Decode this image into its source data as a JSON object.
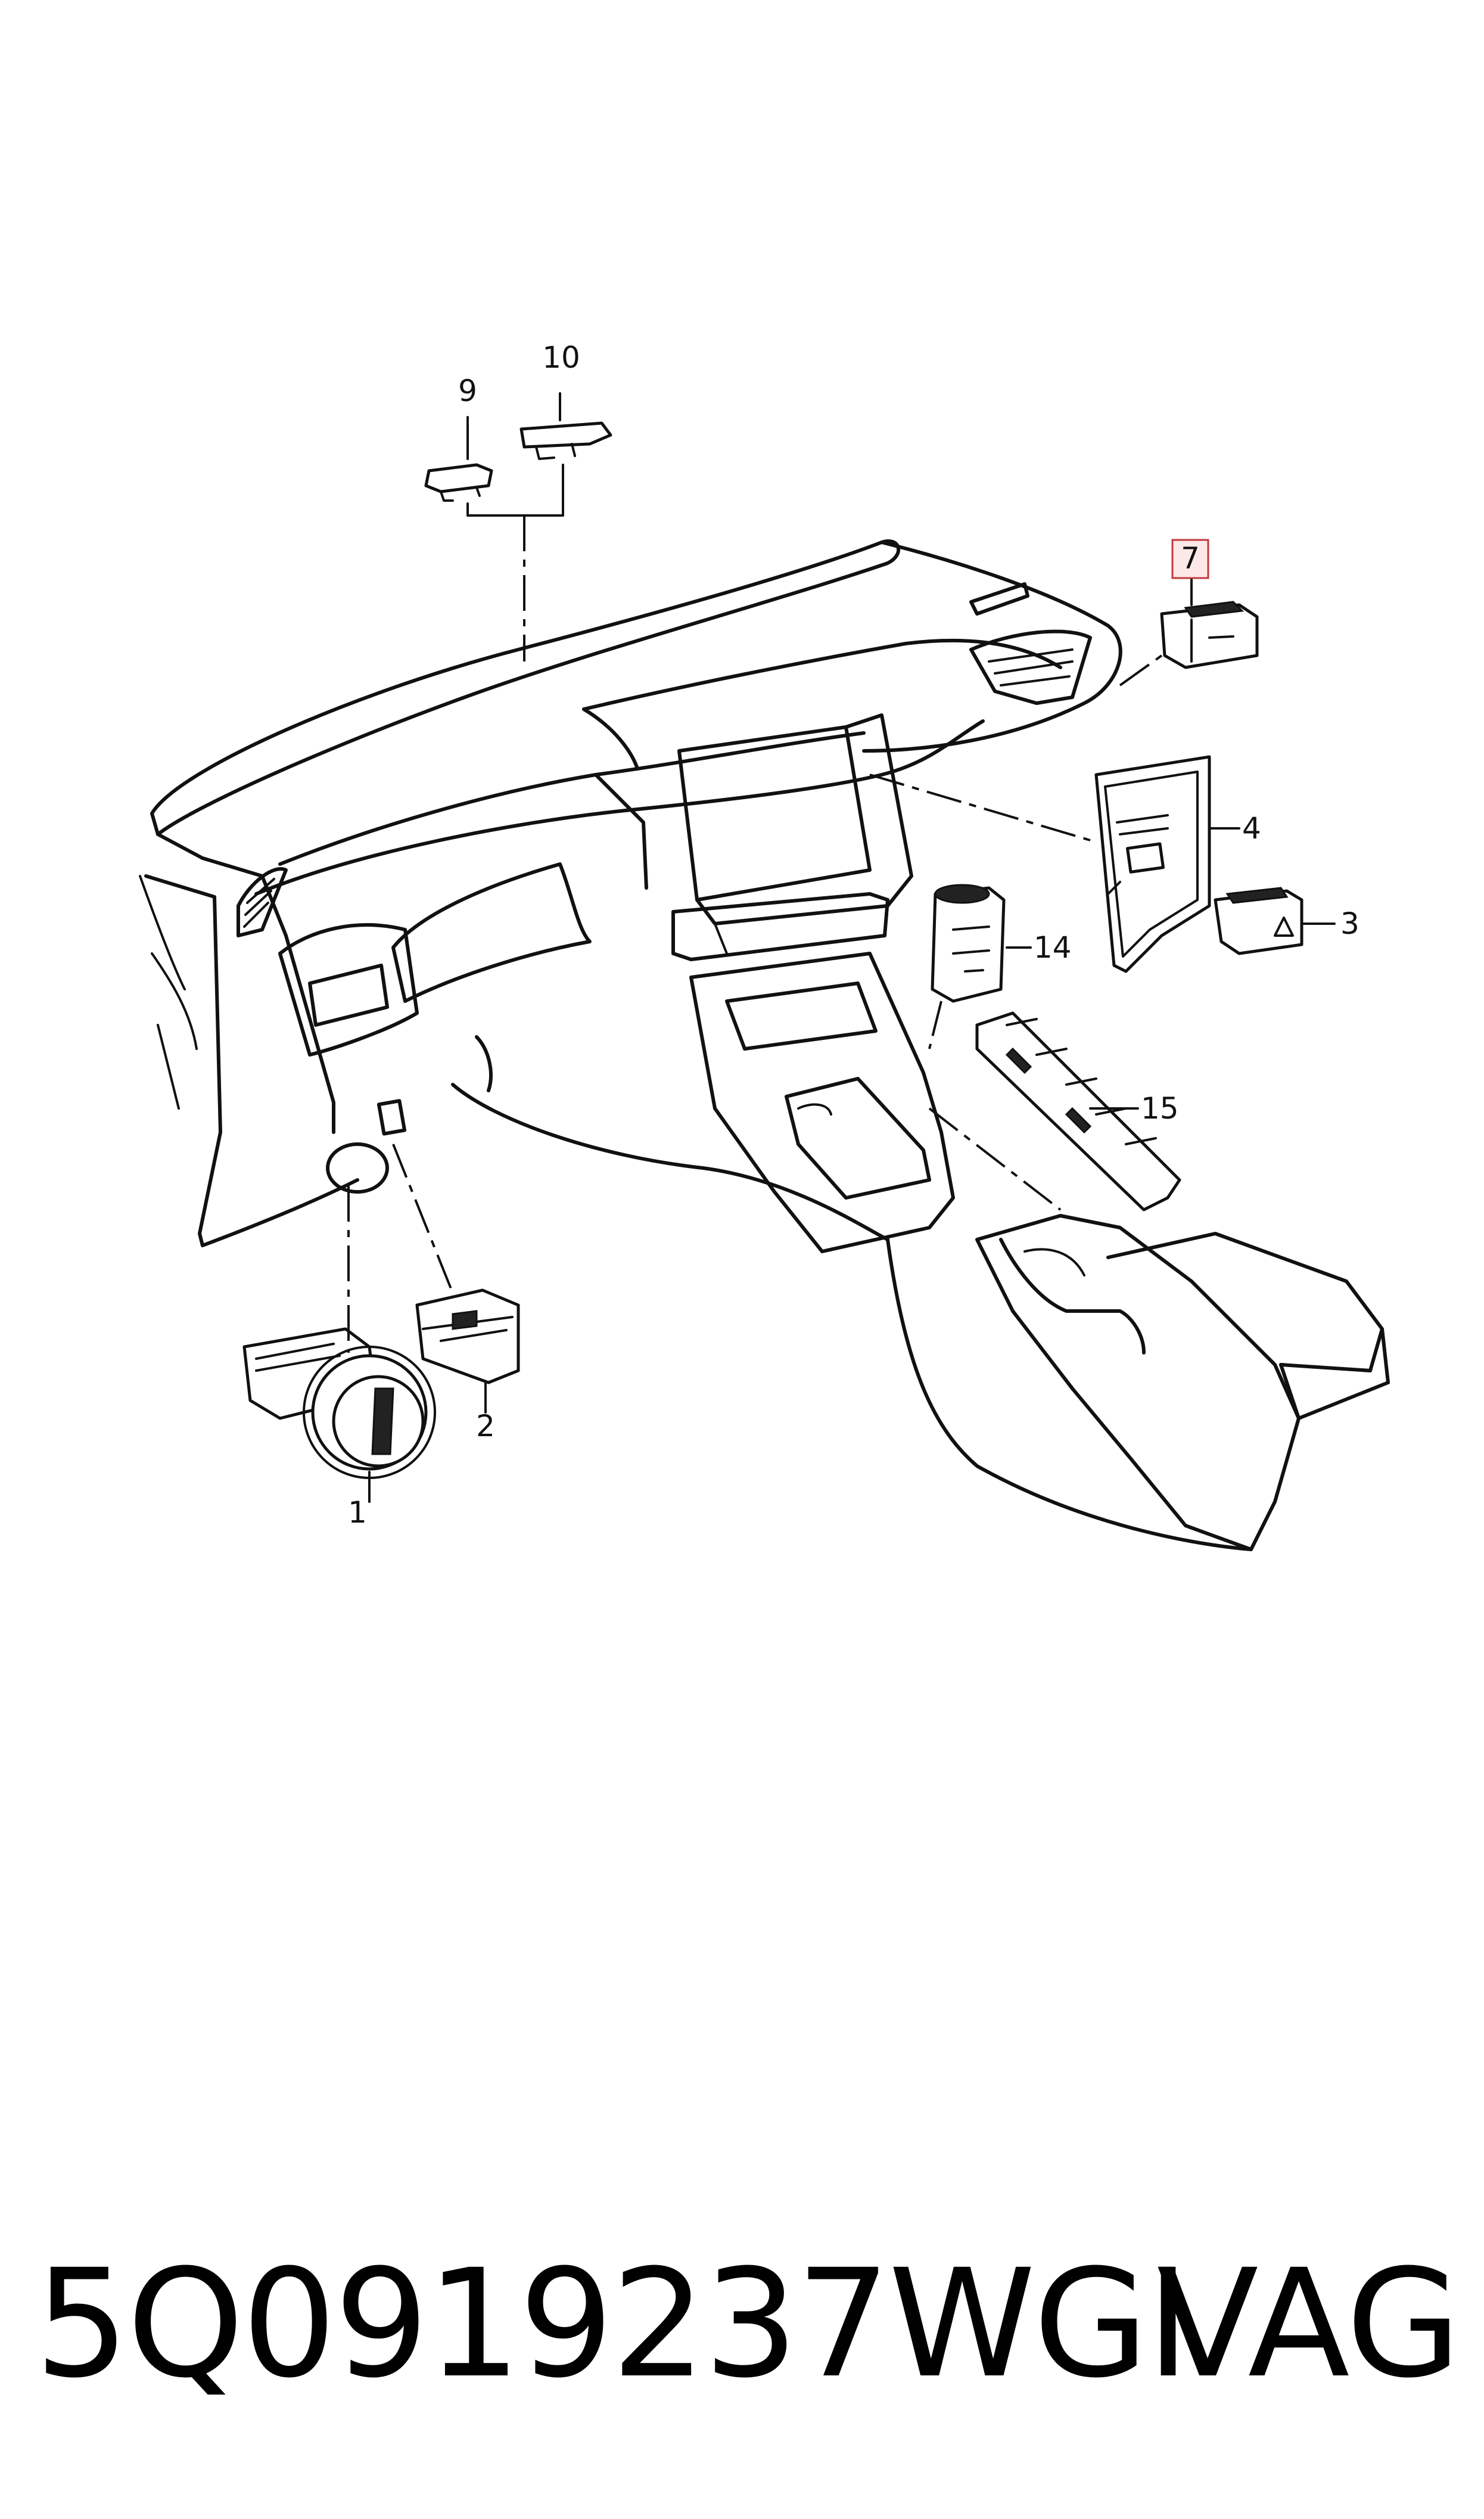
{
  "diagram": {
    "callouts": [
      {
        "id": "1",
        "label": "1"
      },
      {
        "id": "2",
        "label": "2"
      },
      {
        "id": "3",
        "label": "3"
      },
      {
        "id": "4",
        "label": "4"
      },
      {
        "id": "7",
        "label": "7",
        "highlighted": true
      },
      {
        "id": "9",
        "label": "9"
      },
      {
        "id": "10",
        "label": "10"
      },
      {
        "id": "14",
        "label": "14"
      },
      {
        "id": "15",
        "label": "15"
      }
    ],
    "highlight_color": "#c0393b",
    "line_color": "#111111"
  },
  "footer": {
    "part_number": "5Q0919237WGI",
    "brand": "VAG"
  }
}
